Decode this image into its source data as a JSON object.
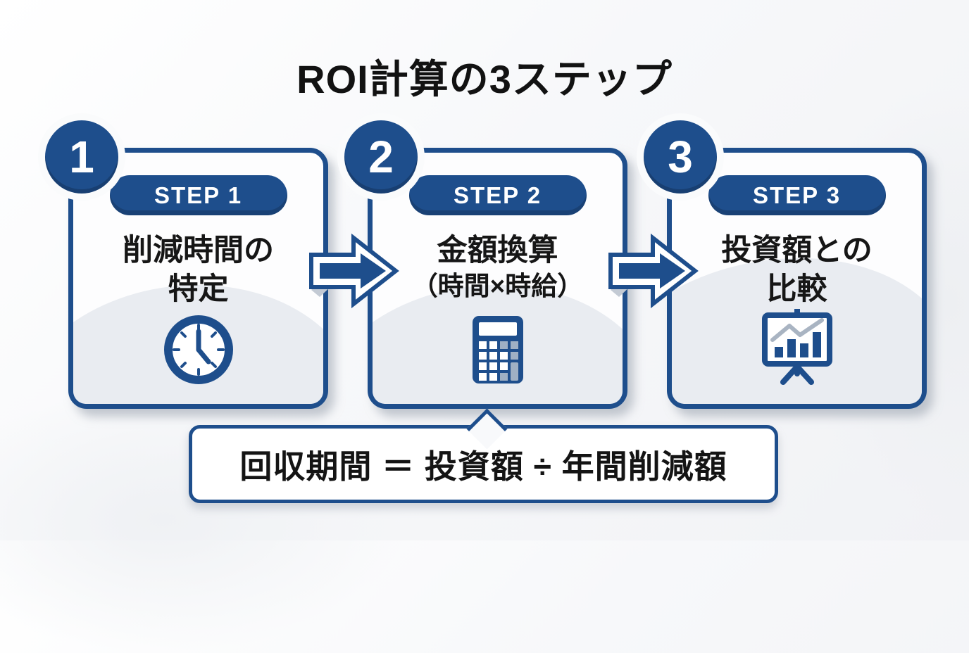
{
  "title": "ROI計算の3ステップ",
  "colors": {
    "accent_blue": "#1e4e8c",
    "text_black": "#141414",
    "card_bg": "#fdfdfe",
    "curl_gray": "#e9ecf1",
    "key_gray": "#9fb0c4"
  },
  "steps": [
    {
      "number": "1",
      "badge": "STEP 1",
      "line1": "削減時間の",
      "line2": "特定",
      "icon": "clock-icon"
    },
    {
      "number": "2",
      "badge": "STEP 2",
      "line1": "金額換算",
      "line2": "（時間×時給）",
      "icon": "calculator-icon"
    },
    {
      "number": "3",
      "badge": "STEP 3",
      "line1": "投資額との",
      "line2": "比較",
      "icon": "presentation-chart-icon"
    }
  ],
  "formula": {
    "text": "回収期間 ＝ 投資額 ÷ 年間削減額"
  }
}
